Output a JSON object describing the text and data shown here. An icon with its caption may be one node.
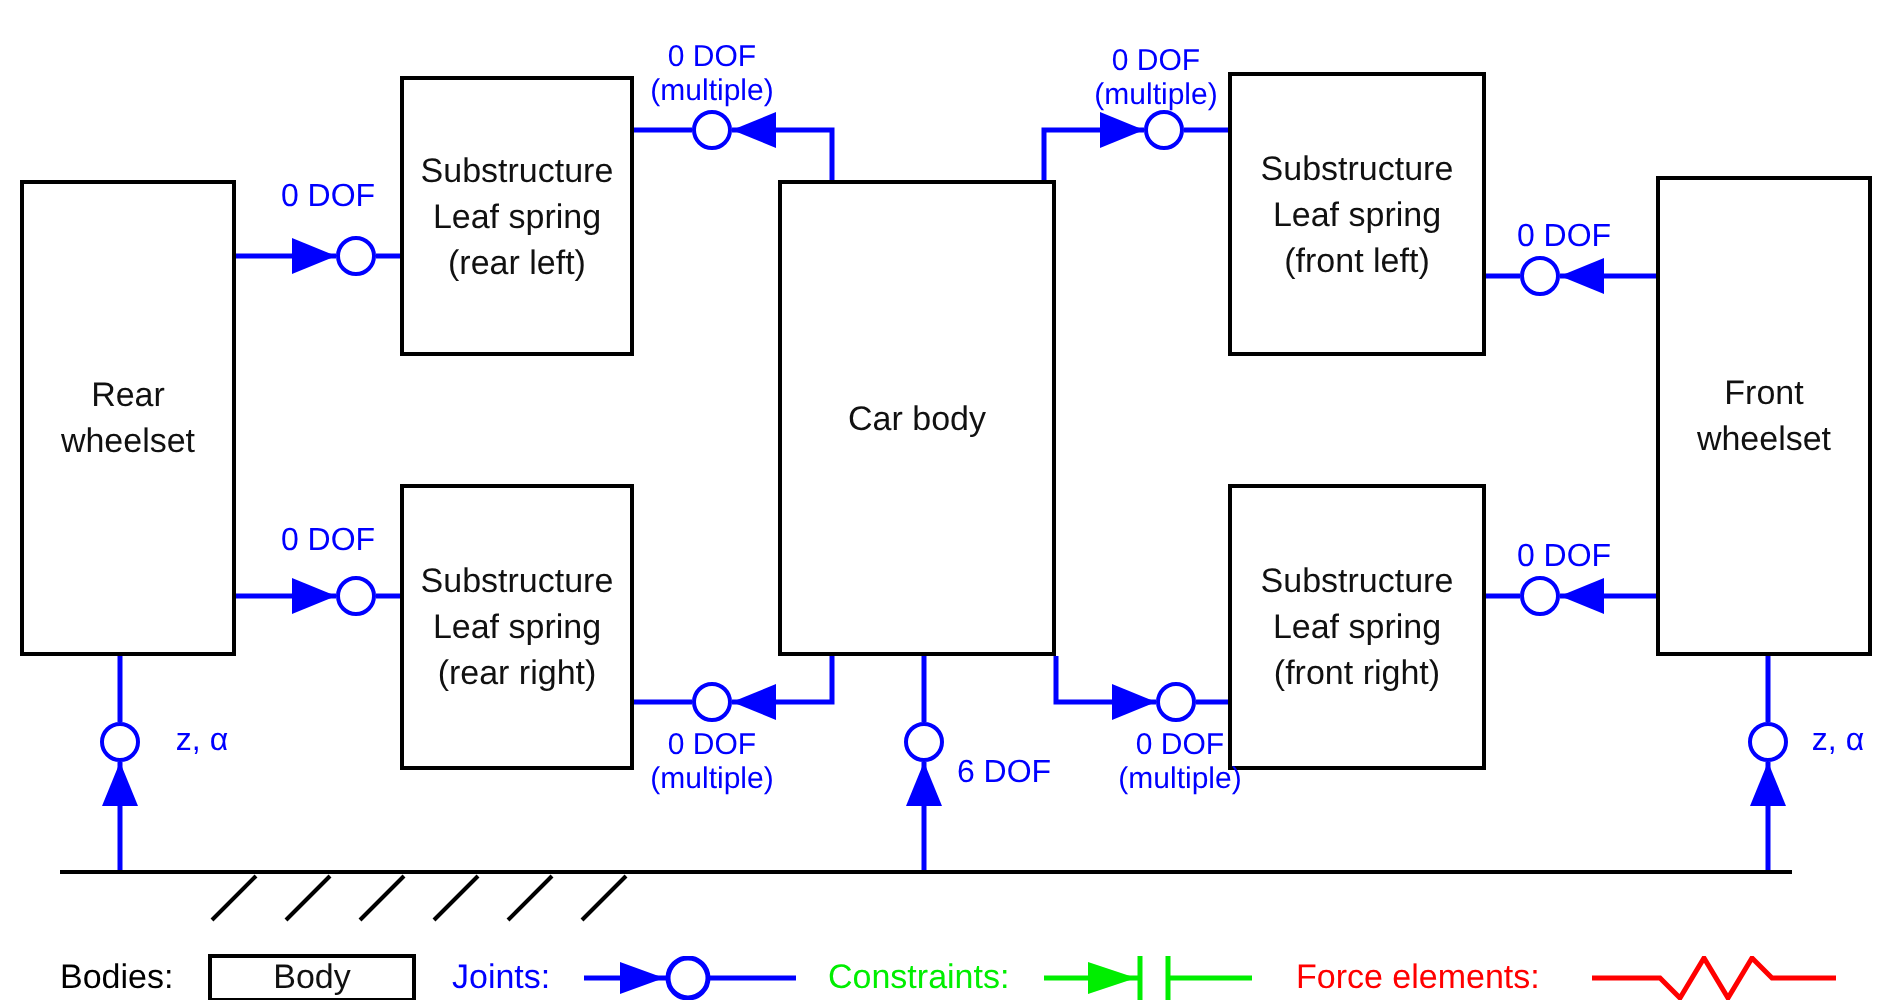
{
  "diagram": {
    "nodes": [
      {
        "text": [
          "Rear wheelset"
        ]
      },
      {
        "text": [
          "Substructure Leaf spring (rear left)"
        ]
      },
      {
        "text": [
          "Car body"
        ]
      },
      {
        "text": [
          "Substructure Leaf spring (front left)"
        ]
      },
      {
        "text": [
          "Front wheelset"
        ]
      },
      {
        "text": [
          "Substructure Leaf spring (rear right)"
        ]
      },
      {
        "text": [
          "Substructure Leaf spring (front right)"
        ]
      },
      {
        "text": [],
        "shape": "bar"
      },
      {
        "text": [],
        "shape": "circle",
        "beside": [
          "0 DOF"
        ]
      },
      {
        "text": [],
        "shape": "circle",
        "beside": [
          "0 DOF"
        ]
      },
      {
        "text": [],
        "shape": "circle",
        "beside": [
          "0 DOF (multiple)"
        ]
      },
      {
        "text": [],
        "shape": "circle",
        "beside": [
          "0 DOF (multiple)"
        ]
      },
      {
        "text": [],
        "shape": "circle",
        "beside": [
          "0 DOF (multiple)"
        ]
      },
      {
        "text": [],
        "shape": "circle",
        "beside": [
          "0 DOF (multiple)"
        ]
      },
      {
        "text": [],
        "shape": "circle",
        "beside": [
          "0 DOF"
        ]
      },
      {
        "text": [],
        "shape": "circle",
        "beside": [
          "0 DOF"
        ]
      },
      {
        "text": [],
        "shape": "circle",
        "beside": [
          "z, α"
        ]
      },
      {
        "text": [],
        "shape": "circle",
        "beside": [
          "6 DOF"
        ]
      },
      {
        "text": [],
        "shape": "circle",
        "beside": [
          "z, α"
        ]
      }
    ],
    "edges": [
      {
        "from": 0,
        "to": 8,
        "arrow": "to"
      },
      {
        "from": 8,
        "to": 1,
        "arrow": "none"
      },
      {
        "from": 0,
        "to": 9,
        "arrow": "to"
      },
      {
        "from": 9,
        "to": 5,
        "arrow": "none"
      },
      {
        "from": 2,
        "to": 10,
        "arrow": "to"
      },
      {
        "from": 10,
        "to": 1,
        "arrow": "none"
      },
      {
        "from": 2,
        "to": 11,
        "arrow": "to"
      },
      {
        "from": 11,
        "to": 5,
        "arrow": "none"
      },
      {
        "from": 2,
        "to": 12,
        "arrow": "to"
      },
      {
        "from": 12,
        "to": 3,
        "arrow": "none"
      },
      {
        "from": 2,
        "to": 13,
        "arrow": "to"
      },
      {
        "from": 13,
        "to": 6,
        "arrow": "none"
      },
      {
        "from": 4,
        "to": 14,
        "arrow": "to"
      },
      {
        "from": 14,
        "to": 3,
        "arrow": "none"
      },
      {
        "from": 4,
        "to": 15,
        "arrow": "to"
      },
      {
        "from": 15,
        "to": 6,
        "arrow": "none"
      },
      {
        "from": 7,
        "to": 16,
        "arrow": "to"
      },
      {
        "from": 16,
        "to": 0,
        "arrow": "none"
      },
      {
        "from": 7,
        "to": 17,
        "arrow": "to"
      },
      {
        "from": 17,
        "to": 2,
        "arrow": "none"
      },
      {
        "from": 7,
        "to": 18,
        "arrow": "to"
      },
      {
        "from": 18,
        "to": 4,
        "arrow": "none"
      }
    ],
    "labels": [
      "Body"
    ],
    "legend": [
      {
        "text": "Bodies:"
      },
      {
        "text": "Joints:"
      },
      {
        "text": "Constraints:"
      },
      {
        "text": "Force elements:"
      }
    ]
  }
}
